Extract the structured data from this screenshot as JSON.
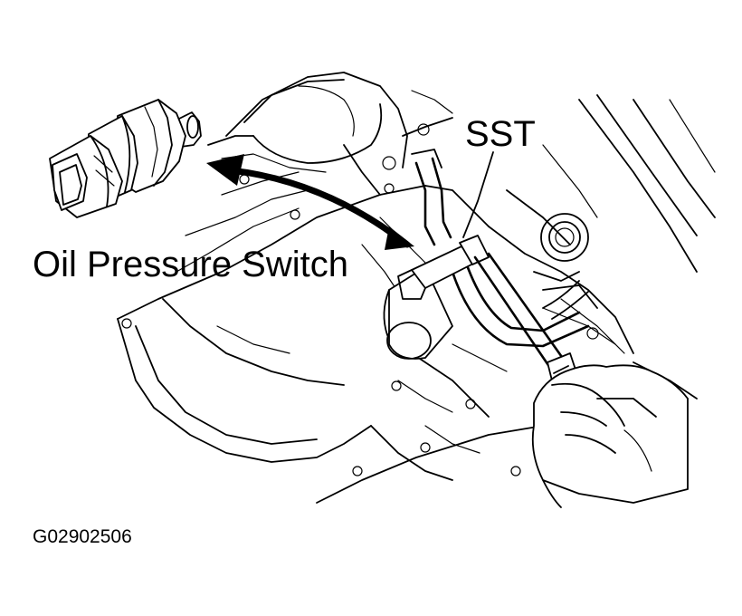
{
  "labels": {
    "tool": "SST",
    "part": "Oil Pressure Switch",
    "figure_code": "G02902506"
  },
  "colors": {
    "line": "#000000",
    "background": "#ffffff"
  }
}
